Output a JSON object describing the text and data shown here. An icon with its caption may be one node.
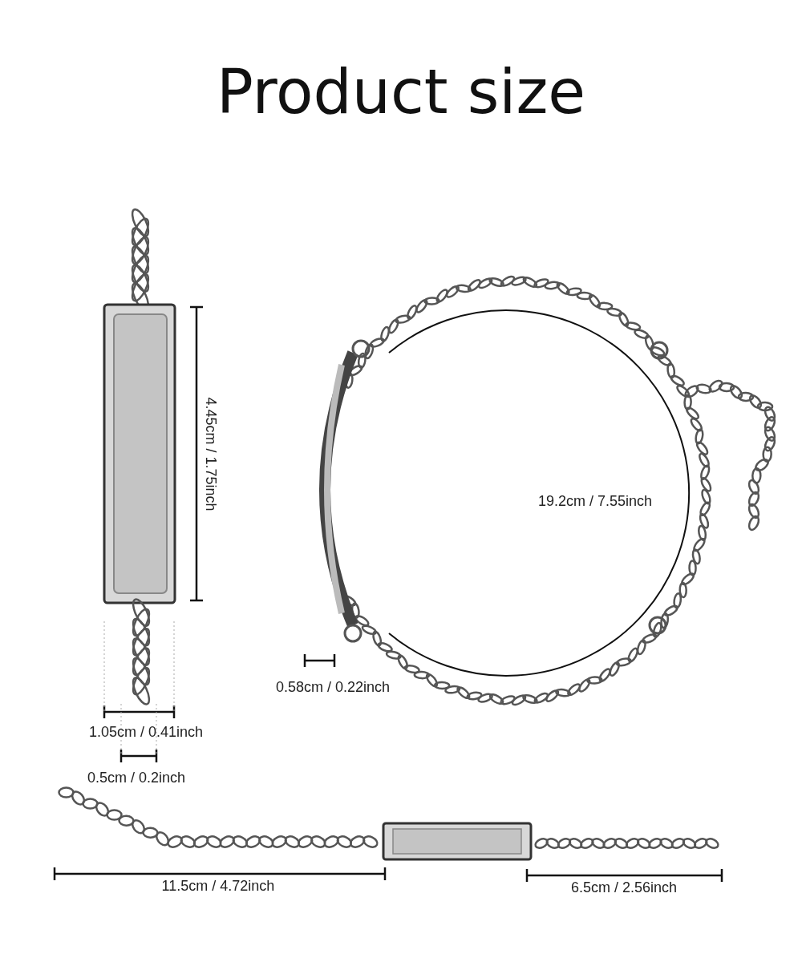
{
  "diagram": {
    "title": "Product size",
    "labels": [
      "4.45cm / 1.75inch",
      "19.2cm / 7.55inch",
      "0.58cm / 0.22inch",
      "1.05cm / 0.41inch",
      "0.5cm / 0.2inch",
      "11.5cm / 4.72inch",
      "6.5cm / 2.56inch"
    ]
  }
}
